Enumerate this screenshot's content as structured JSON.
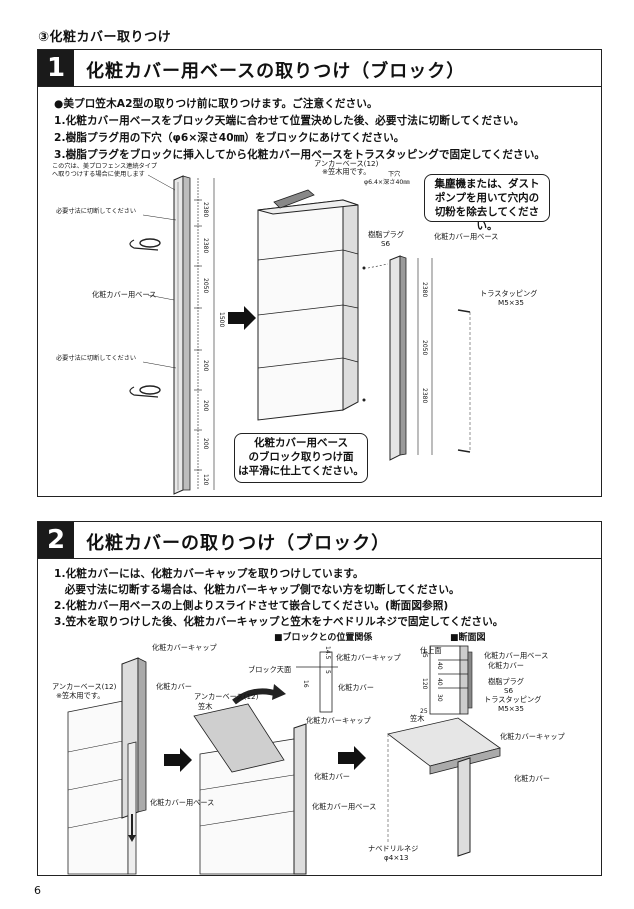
{
  "section_title": "③化粧カバー取りつけ",
  "page_number": "6",
  "step1": {
    "number": "1",
    "heading": "化粧カバー用ベースの取りつけ（ブロック）",
    "instructions": [
      "●美プロ笠木A2型の取りつけ前に取りつけます。ご注意ください。",
      "1.化粧カバー用ベースをブロック天端に合わせて位置決めした後、必要寸法に切断してください。",
      "2.樹脂プラグ用の下穴（φ6×深さ40㎜）をブロックにあけてください。",
      "3.樹脂プラグをブロックに挿入してから化粧カバー用ベースをトラスタッピングで固定してください。"
    ],
    "labels": {
      "hole_note_1": "この穴は、美プロフェンス連続タイプ",
      "hole_note_2": "へ取りつけする場合に使用します",
      "cut_note_top": "必要寸法に切断してください",
      "base_label": "化粧カバー用ベース",
      "cut_note_bottom": "必要寸法に切断してください",
      "anchor_base": "アンカーベース(12)",
      "anchor_note": "※笠木用です。",
      "pilot_hole": "下穴",
      "pilot_hole_size": "φ6.4×深さ40㎜",
      "resin_plug": "樹脂プラグ",
      "resin_plug_size": "S6",
      "base_label_right": "化粧カバー用ベース",
      "truss_tapping": "トラスタッピング",
      "truss_size": "M5×35"
    },
    "dims_left": [
      "2380",
      "2380",
      "2050",
      "1500",
      "200",
      "200",
      "200",
      "120"
    ],
    "dims_right": [
      "2380",
      "2050",
      "2380"
    ],
    "note_dust": [
      "集塵機または、ダスト",
      "ポンプを用いて穴内の",
      "切粉を除去してください。"
    ],
    "note_flat": [
      "化粧カバー用ベース",
      "のブロック取りつけ面",
      "は平滑に仕上てください。"
    ]
  },
  "step2": {
    "number": "2",
    "heading": "化粧カバーの取りつけ（ブロック）",
    "instructions": [
      "1.化粧カバーには、化粧カバーキャップを取りつけしています。",
      "　必要寸法に切断する場合は、化粧カバーキャップ側でない方を切断してください。",
      "2.化粧カバー用ベースの上側よりスライドさせて嵌合してください。(断面図参照)",
      "3.笠木を取りつけした後、化粧カバーキャップと笠木をナベドリルネジで固定してください。"
    ],
    "subheads": {
      "position": "■ブロックとの位置関係",
      "section": "■断面図"
    },
    "labels": {
      "cap": "化粧カバーキャップ",
      "cover": "化粧カバー",
      "anchor_base": "アンカーベース(12)",
      "anchor_note": "※笠木用です。",
      "base": "化粧カバー用ベース",
      "kasagi": "笠木",
      "anchor_base_mid": "アンカーベース(12)",
      "cap_mid": "化粧カバーキャップ",
      "cover_mid": "化粧カバー",
      "base_mid": "化粧カバー用ベース",
      "block_top": "ブロック天面",
      "pos_cap": "化粧カバーキャップ",
      "pos_cover": "化粧カバー",
      "finish_top": "仕上面",
      "sec_base": "化粧カバー用ベース",
      "sec_cover": "化粧カバー",
      "sec_plug": "樹脂プラグ",
      "sec_plug_size": "S6",
      "sec_truss": "トラスタッピング",
      "sec_truss_size": "M5×35",
      "kasagi_right": "笠木",
      "cap_right": "化粧カバーキャップ",
      "cover_right": "化粧カバー",
      "pan_screw": "ナベドリルネジ",
      "pan_screw_size": "φ4×13"
    },
    "dims_position": [
      "14.5",
      "5",
      "16"
    ],
    "dims_section": [
      "45",
      "120",
      "40",
      "40",
      "30",
      "25"
    ]
  }
}
